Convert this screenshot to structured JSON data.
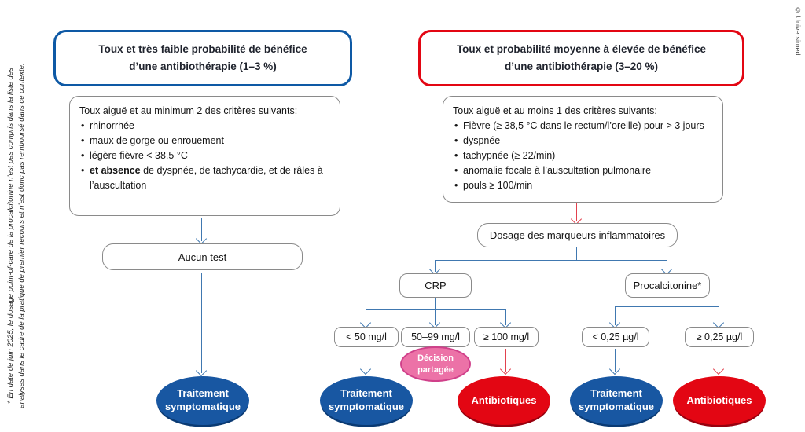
{
  "meta": {
    "credit": "© Universimed",
    "footnote": {
      "line1": "* En date de juin 2025, le dosage point-of-care de la procalcitonine n’est pas compris dans la liste des",
      "line2": "analyses dans le cadre de la pratique de premier recours et n’est donc pas remboursé dans ce contexte."
    }
  },
  "colors": {
    "accent_blue": "#0e59a5",
    "accent_red": "#e30613",
    "arrow_blue": "#4078b0",
    "arrow_red": "#e2414e",
    "oval_blue": "#1857a2",
    "oval_red": "#e30613",
    "pink_fill": "#ec72a7",
    "pink_border": "#d0408a",
    "box_border": "#8a8a8a"
  },
  "left_branch": {
    "header_line1": "Toux et très faible probabilité de bénéfice",
    "header_line2": "d’une antibiothérapie (1–3 %)",
    "criteria_title": "Toux aiguë et au minimum 2 des critères suivants:",
    "bullets": [
      "rhinorrhée",
      "maux de gorge ou enrouement",
      "légère fièvre < 38,5 °C"
    ],
    "bullet4_bold": "et absence",
    "bullet4_rest": " de dyspnée, de tachycardie, et de râles à l’auscultation",
    "no_test_label": "Aucun test",
    "outcome_line1": "Traitement",
    "outcome_line2": "symptomatique"
  },
  "right_branch": {
    "header_line1": "Toux et probabilité moyenne à élevée de bénéfice",
    "header_line2": "d’une antibiothérapie (3–20 %)",
    "criteria_title": "Toux aiguë et au moins 1 des critères suivants:",
    "bullets": [
      "Fièvre (≥ 38,5 °C dans le rectum/l’oreille) pour > 3 jours",
      "dyspnée",
      "tachypnée (≥ 22/min)",
      "anomalie focale à l’auscultation pulmonaire",
      "pouls ≥ 100/min"
    ],
    "dosage_label": "Dosage des marqueurs inflammatoires",
    "crp_label": "CRP",
    "crp_thresholds": [
      "< 50 mg/l",
      "50–99 mg/l",
      "≥ 100 mg/l"
    ],
    "pct_label": "Procalcitonine*",
    "pct_thresholds": [
      "< 0,25 µg/l",
      "≥ 0,25 µg/l"
    ],
    "shared_decision_line1": "Décision",
    "shared_decision_line2": "partagée",
    "outcome_symptomatic_line1": "Traitement",
    "outcome_symptomatic_line2": "symptomatique",
    "outcome_antibiotics": "Antibiotiques"
  }
}
